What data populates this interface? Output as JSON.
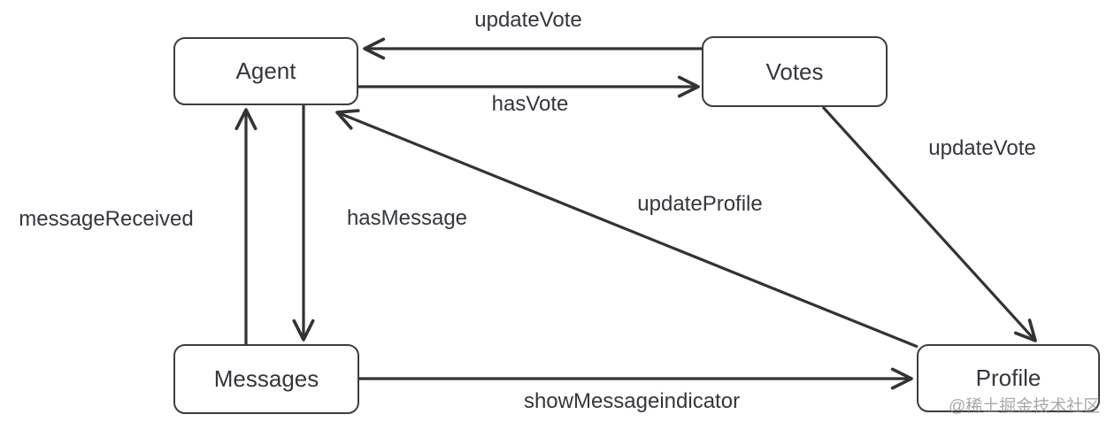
{
  "diagram": {
    "nodes": [
      {
        "id": "agent",
        "label": "Agent"
      },
      {
        "id": "votes",
        "label": "Votes"
      },
      {
        "id": "messages",
        "label": "Messages"
      },
      {
        "id": "profile",
        "label": "Profile"
      }
    ],
    "edges": [
      {
        "from": "votes",
        "to": "agent",
        "label": "updateVote"
      },
      {
        "from": "agent",
        "to": "votes",
        "label": "hasVote"
      },
      {
        "from": "votes",
        "to": "profile",
        "label": "updateVote"
      },
      {
        "from": "messages",
        "to": "agent",
        "label": "messageReceived"
      },
      {
        "from": "agent",
        "to": "messages",
        "label": "hasMessage"
      },
      {
        "from": "profile",
        "to": "agent",
        "label": "updateProfile"
      },
      {
        "from": "messages",
        "to": "profile",
        "label": "showMessageindicator"
      }
    ]
  },
  "watermark": "@稀土掘金技术社区",
  "colors": {
    "background": "#ffffff",
    "line": "#333333",
    "node_border": "#3f3d3a",
    "text": "#33373c",
    "watermark": "#8c8c8c"
  }
}
